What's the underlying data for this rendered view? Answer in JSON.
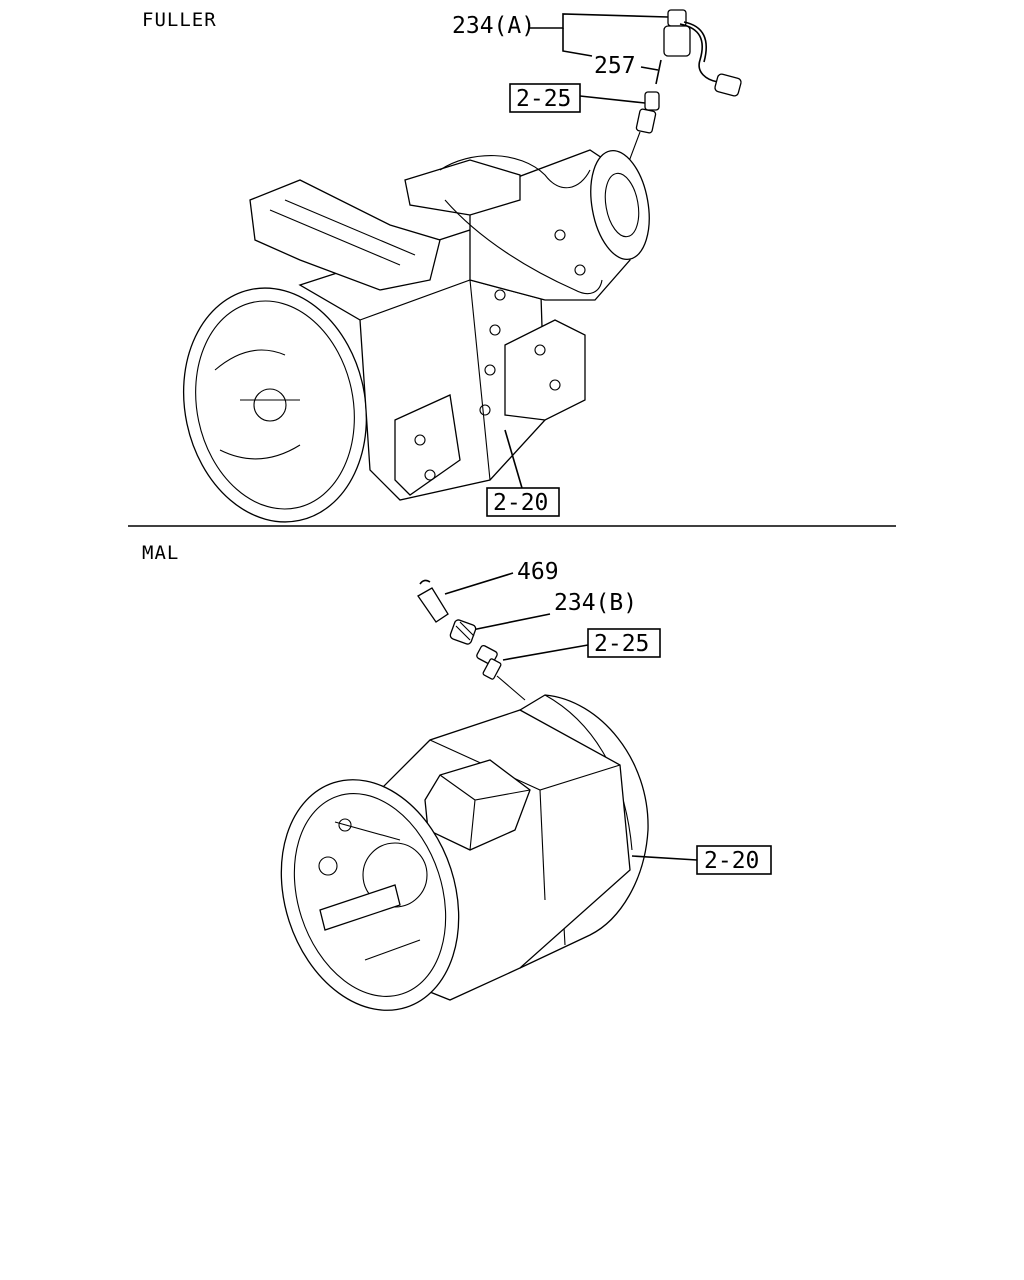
{
  "sections": {
    "fuller": {
      "title": "FULLER",
      "callouts": {
        "sensor_a": "234(A)",
        "pin": "257",
        "ref_top": "2-25",
        "ref_bottom": "2-20"
      }
    },
    "mal": {
      "title": "MAL",
      "callouts": {
        "clip": "469",
        "sensor_b": "234(B)",
        "ref_top": "2-25",
        "ref_bottom": "2-20"
      }
    }
  }
}
